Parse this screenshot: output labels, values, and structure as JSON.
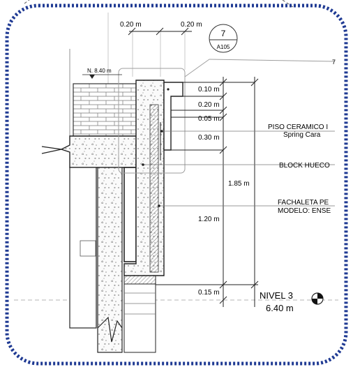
{
  "frame": {
    "border_color": "#1f3a93"
  },
  "dims": {
    "top_left": "0.20 m",
    "top_right": "0.20 m",
    "d1": "0.10 m",
    "d2": "0.20 m",
    "d3": "0.05 m",
    "d4": "0.30 m",
    "d5": "1.20 m",
    "d6": "0.15 m",
    "total": "1.85 m"
  },
  "callout": {
    "number": "7",
    "sheet": "A105"
  },
  "level_top": "N. 8.40 m",
  "labels": {
    "piso_line1": "PISO CERAMICO I",
    "piso_line2": "Spring Cara",
    "block": "BLOCK HUECO",
    "fach_line1": "FACHALETA PE",
    "fach_line2": "MODELO: ENSE"
  },
  "level": {
    "name": "NIVEL 3",
    "elevation": "6.40 m"
  },
  "edge_mark": "7"
}
